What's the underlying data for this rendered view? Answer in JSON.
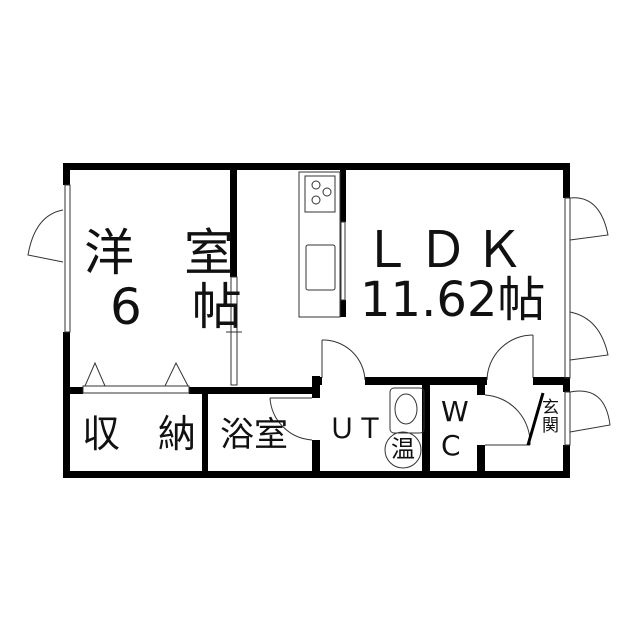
{
  "rooms": {
    "western_room": {
      "name": "洋　室",
      "size": "6　帖"
    },
    "ldk": {
      "name": "ＬＤＫ",
      "size": "11.62帖"
    },
    "storage": {
      "name": "収　納"
    },
    "bathroom": {
      "name": "浴室"
    },
    "utility": {
      "name": "ＵＴ"
    },
    "water_heater": {
      "name": "温"
    },
    "toilet": {
      "name_top": "W",
      "name_bottom": "C"
    },
    "entrance": {
      "name_top": "玄",
      "name_bottom": "関"
    }
  },
  "colors": {
    "wall": "#000000",
    "line": "#333333"
  }
}
